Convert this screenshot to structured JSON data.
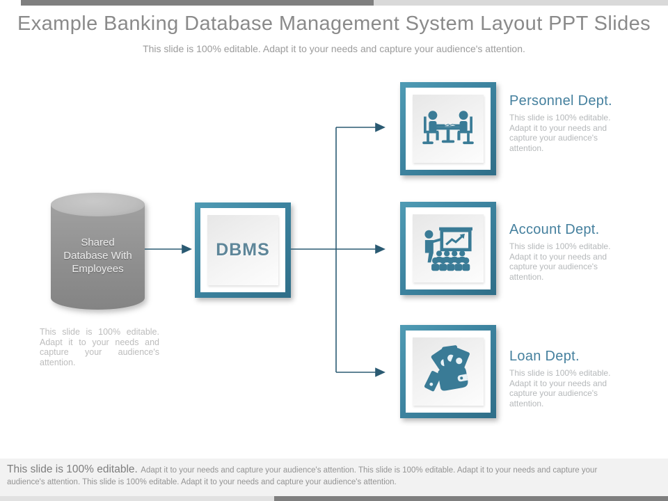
{
  "slide": {
    "title": "Example Banking Database Management System Layout PPT Slides",
    "subtitle": "This slide is 100% editable. Adapt it to your needs and capture your audience's attention."
  },
  "database": {
    "label": "Shared\nDatabase With\nEmployees",
    "note": "This slide is 100% editable. Adapt it to your needs and capture your audience's attention."
  },
  "dbms": {
    "label": "DBMS"
  },
  "departments": [
    {
      "name": "Personnel Dept.",
      "description": "This slide is 100% editable. Adapt it to your needs and capture your audience's attention.",
      "icon": "meeting-icon"
    },
    {
      "name": "Account Dept.",
      "description": "This slide is 100% editable. Adapt it to your needs and capture your audience's attention.",
      "icon": "presentation-chart-icon"
    },
    {
      "name": "Loan Dept.",
      "description": "This slide is 100% editable. Adapt it to your needs and capture your audience's attention.",
      "icon": "money-wallet-icon"
    }
  ],
  "footer": {
    "lead": "This slide is 100% editable.",
    "rest": "Adapt it to your needs and capture your audience's attention. This slide is 100% editable. Adapt it to your needs and capture your audience's attention. This slide is 100% editable. Adapt it to your needs and capture your audience's attention."
  },
  "colors": {
    "accent_teal": "#3d84a0",
    "icon_teal": "#3a7b96",
    "heading_teal": "#45809e",
    "connector": "#2a5a72",
    "top_bar_dark": "#7f7f7f",
    "top_bar_light": "#d9d9d9",
    "bottom_bar_dark": "#7f7f7f",
    "footer_band": "#f2f2f2",
    "cylinder_gray": "#8f8f8f",
    "title_gray": "#8a8a8a"
  }
}
